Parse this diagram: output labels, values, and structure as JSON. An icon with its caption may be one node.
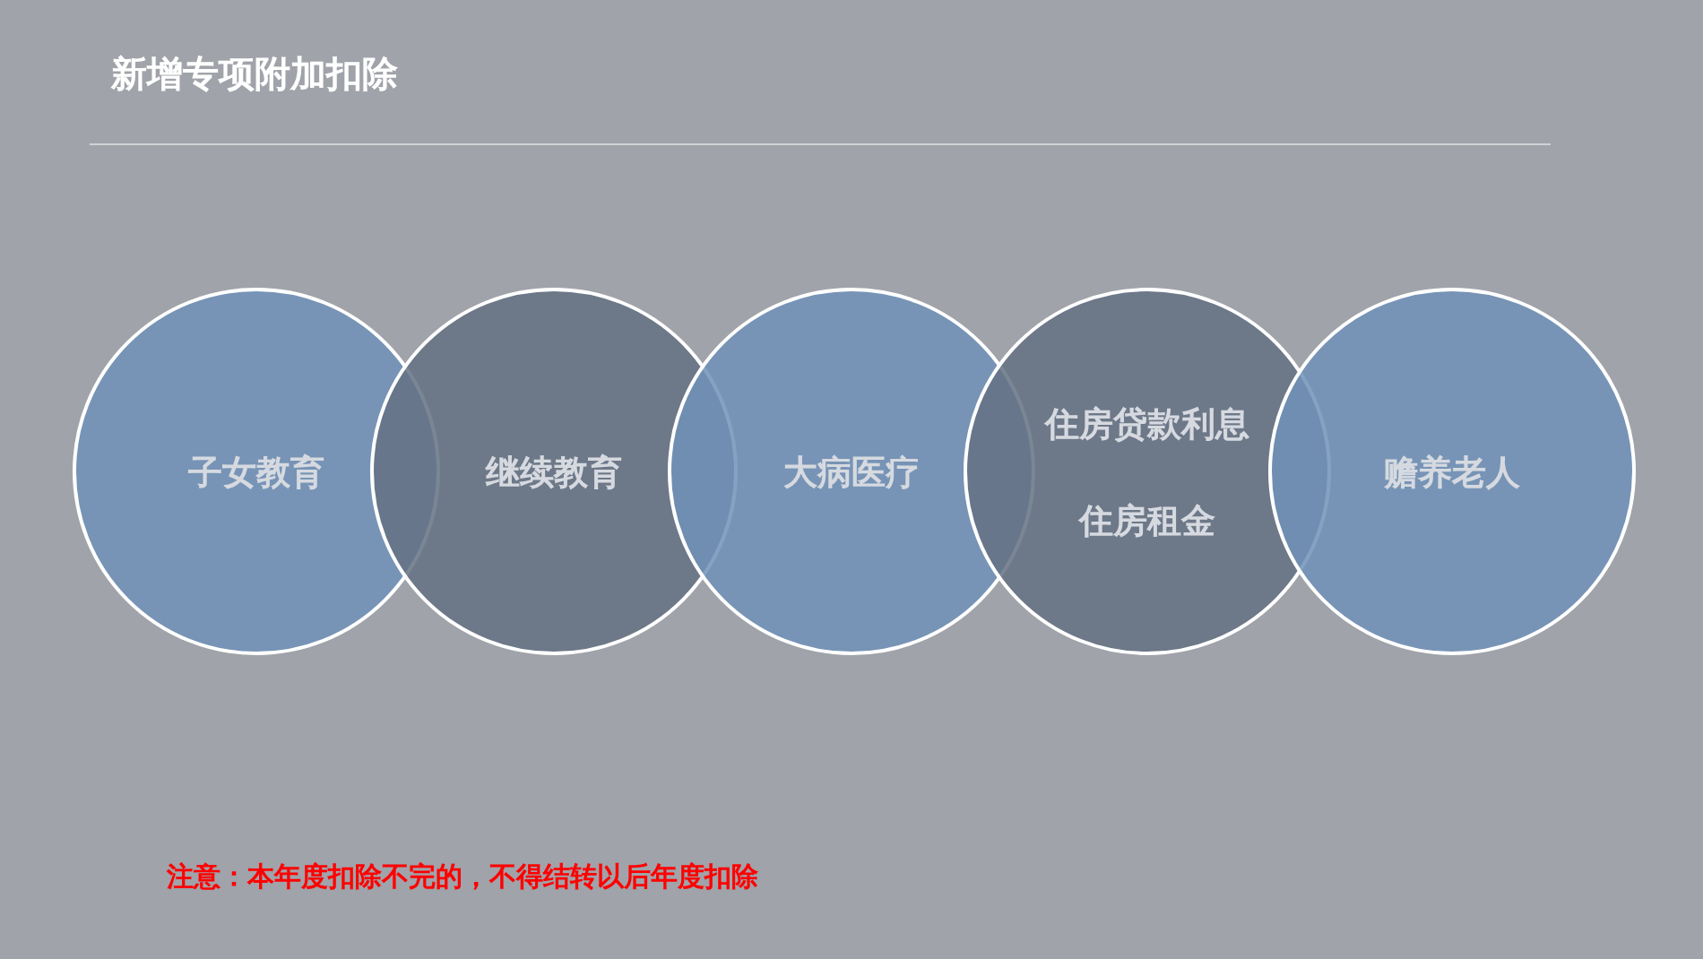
{
  "diagram": {
    "title": "新增专项附加扣除",
    "nodes": [
      {
        "text": [
          "子女教育"
        ]
      },
      {
        "text": [
          "继续教育"
        ]
      },
      {
        "text": [
          "大病医疗"
        ]
      },
      {
        "text": [
          "住房贷款利息",
          "住房租金"
        ]
      },
      {
        "text": [
          "赡养老人"
        ]
      }
    ],
    "labels": [
      "注意：本年度扣除不完的，不得结转以后年度扣除"
    ]
  }
}
